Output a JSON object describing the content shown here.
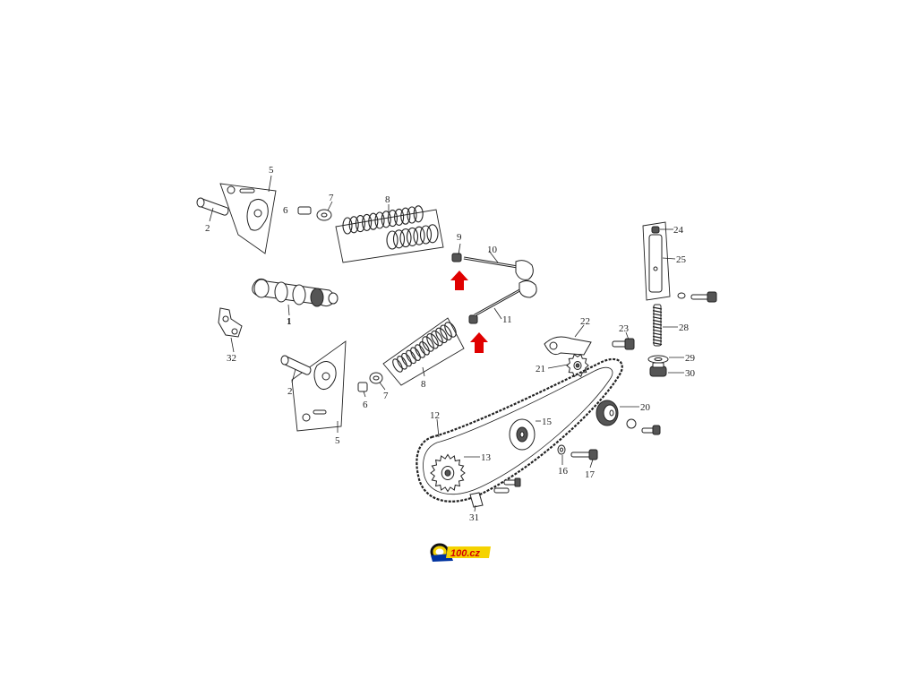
{
  "callouts": {
    "p1": "1",
    "p2a": "2",
    "p2b": "2",
    "p5a": "5",
    "p5b": "5",
    "p6a": "6",
    "p6b": "6",
    "p7a": "7",
    "p7b": "7",
    "p8a": "8",
    "p8b": "8",
    "p9": "9",
    "p10": "10",
    "p11": "11",
    "p12": "12",
    "p13": "13",
    "p15": "15",
    "p16": "16",
    "p17": "17",
    "p20": "20",
    "p21": "21",
    "p22": "22",
    "p23": "23",
    "p24": "24",
    "p25": "25",
    "p28": "28",
    "p29": "29",
    "p30": "30",
    "p31": "31",
    "p32": "32"
  },
  "logo": {
    "text": "100.cz",
    "colors": {
      "yellow": "#f5d300",
      "red": "#d40000",
      "blue": "#0033a0"
    }
  },
  "highlight_arrow_color": "#e00000"
}
